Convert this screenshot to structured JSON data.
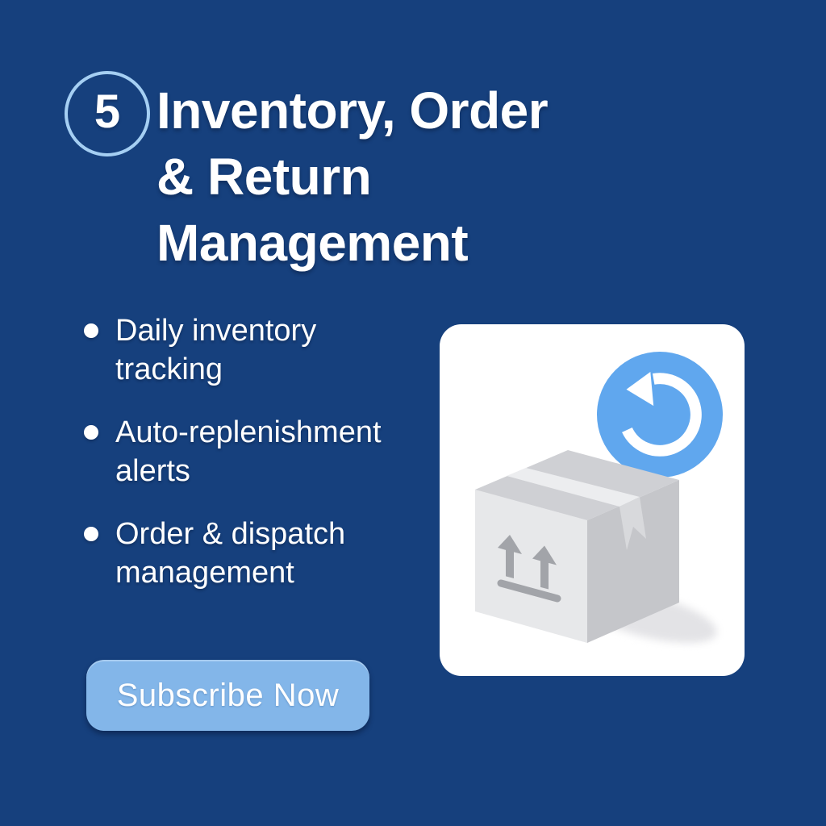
{
  "colors": {
    "background": "#16407D",
    "text": "#FFFFFF",
    "badge_ring": "#A5CFF3",
    "cta_bg": "#83B6E9",
    "cta_text": "#FFFFFF",
    "card_bg": "#FFFFFF",
    "accent_blue": "#60A7EE",
    "icon_arrow": "#FFFFFF",
    "box_left": "#E7E8EA",
    "box_top": "#CFD0D4",
    "box_right": "#C5C6CA",
    "box_tape": "#ECEDEF",
    "box_tape_tab": "#D8D9DC",
    "box_marking": "#A2A4A9",
    "box_shadow": "#E3E3E6"
  },
  "badge": {
    "number": "5"
  },
  "heading": {
    "lines": [
      "Inventory, Order",
      "& Return",
      "Management"
    ]
  },
  "bullets": {
    "items": [
      {
        "lines": [
          "Daily inventory",
          "tracking"
        ]
      },
      {
        "lines": [
          "Auto-replenishment",
          "alerts"
        ]
      },
      {
        "lines": [
          "Order & dispatch",
          "management"
        ]
      }
    ]
  },
  "cta": {
    "label": "Subscribe Now"
  },
  "icons": {
    "return_icon": "circular-arrow-counterclockwise",
    "bullet_icon": "dot",
    "package_icon": "isometric-cardboard-box-this-side-up"
  }
}
